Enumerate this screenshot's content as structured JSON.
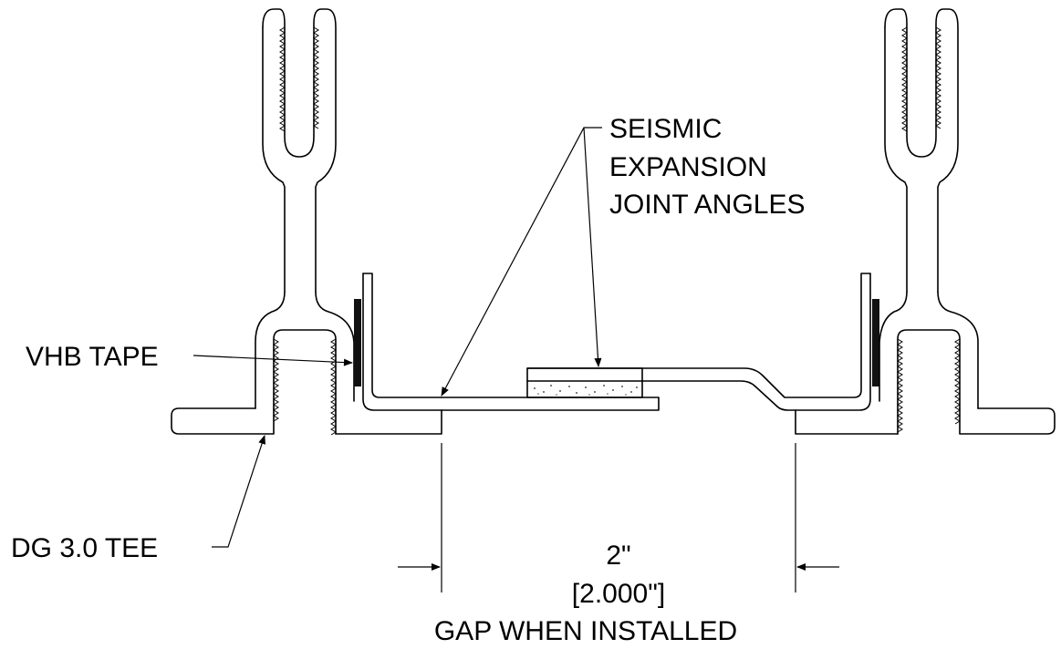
{
  "labels": {
    "angles_line1": "SEISMIC",
    "angles_line2": "EXPANSION",
    "angles_line3": "JOINT ANGLES",
    "tape": "VHB TAPE",
    "tee": "DG 3.0 TEE",
    "gap_imperial": "2\"",
    "gap_decimal": "[2.000\"]",
    "gap_caption": "GAP WHEN INSTALLED"
  },
  "colors": {
    "line": "#000000",
    "background": "#ffffff",
    "tape_fill": "#111111",
    "pad_speckle": "#555555"
  }
}
